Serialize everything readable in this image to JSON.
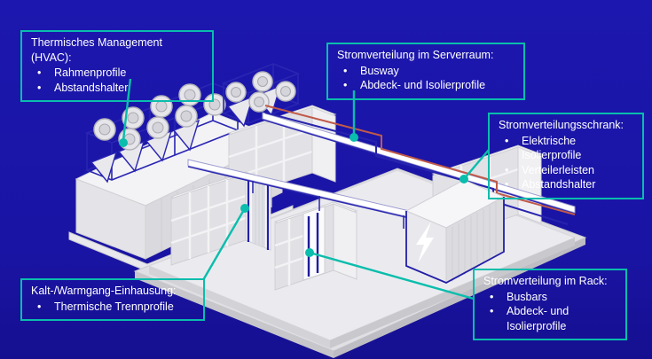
{
  "diagram": {
    "kind": "isometric-datacenter-infographic",
    "language": "de",
    "subject": "Profil-Anwendungen im Rechenzentrum"
  },
  "colors": {
    "background_top": "#1C17AE",
    "background_bottom": "#150F90",
    "accent_teal": "#0ABDAC",
    "outline_blue": "#2A26B2",
    "cable_red": "#C05A48",
    "cable_blue": "#2724AE",
    "text": "#FFFFFF",
    "illustration_light": "#F3F3F6",
    "illustration_mid": "#E0E0E5",
    "illustration_shadow": "#C8C8CD"
  },
  "callouts": [
    {
      "id": "hvac",
      "title": "Thermisches Management (HVAC):",
      "items": [
        "Rahmenprofile",
        "Abstandshalter"
      ]
    },
    {
      "id": "serverraum",
      "title": "Stromverteilung im Serverraum:",
      "items": [
        "Busway",
        "Abdeck- und Isolierprofile"
      ]
    },
    {
      "id": "schrank",
      "title": "Stromverteilungsschrank:",
      "items": [
        "Elektrische Isolierprofile",
        "Verteilerleisten",
        "Abstandshalter"
      ]
    },
    {
      "id": "einhausung",
      "title": "Kalt-/Warmgang-Einhausung:",
      "items": [
        "Thermische Trennprofile"
      ]
    },
    {
      "id": "rack",
      "title": "Stromverteilung im Rack:",
      "items": [
        "Busbars",
        "Abdeck- und Isolierprofile"
      ]
    }
  ],
  "illustration_parts": [
    "hvac-fan-units-on-roof",
    "server-room-building",
    "overhead-busway-rails",
    "red-power-cable",
    "blue-power-cable",
    "server-rack-rows",
    "cold-warm-aisle-door",
    "rack-busbars",
    "power-distribution-cabinet",
    "lightning-bolt-icon",
    "raised-floor-slab"
  ]
}
